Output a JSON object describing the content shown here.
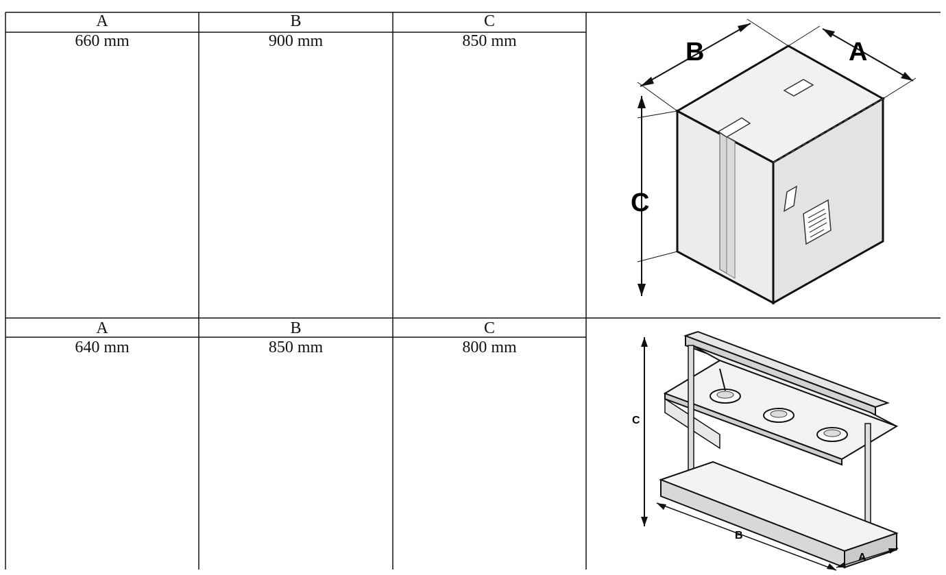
{
  "table": {
    "rows": [
      {
        "headers": [
          "A",
          "B",
          "C"
        ],
        "values": [
          "660 mm",
          "900 mm",
          "850 mm"
        ],
        "figure": {
          "icon": "packed-box-dimension-diagram-icon",
          "labels": {
            "a": "A",
            "b": "B",
            "c": "C"
          }
        }
      },
      {
        "headers": [
          "A",
          "B",
          "C"
        ],
        "values": [
          "640 mm",
          "850 mm",
          "800 mm"
        ],
        "figure": {
          "icon": "heated-display-unit-dimension-diagram-icon",
          "labels": {
            "a": "A",
            "b": "B",
            "c": "C"
          }
        }
      }
    ]
  },
  "colors": {
    "line": "#111111",
    "box_face_light": "#f1f1f1",
    "box_face_dark": "#e3e3e3"
  }
}
